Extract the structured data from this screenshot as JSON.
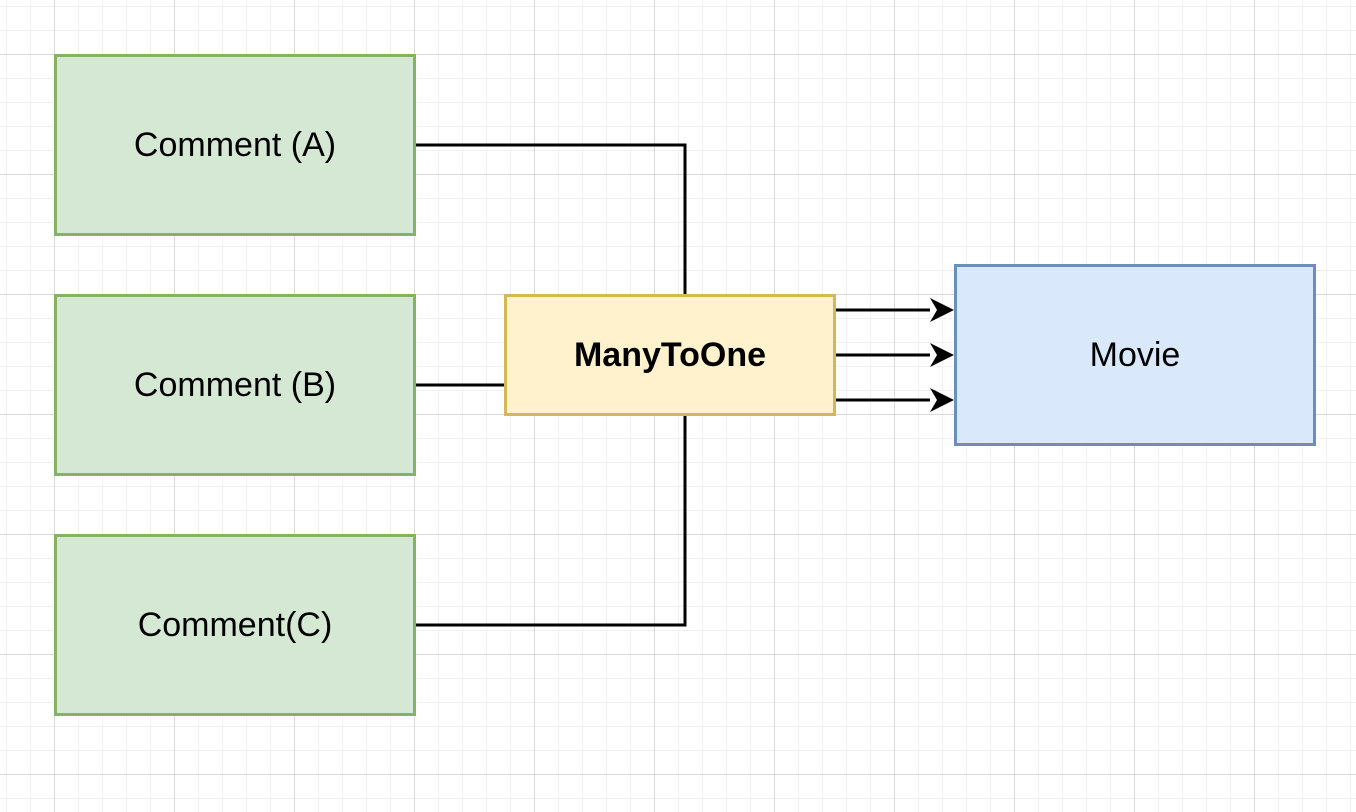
{
  "nodes": {
    "comment_a": {
      "label": "Comment (A)",
      "fill": "#d5e8d4",
      "stroke": "#82b366"
    },
    "comment_b": {
      "label": "Comment (B)",
      "fill": "#d5e8d4",
      "stroke": "#82b366"
    },
    "comment_c": {
      "label": "Comment(C)",
      "fill": "#d5e8d4",
      "stroke": "#82b366"
    },
    "many_to_one": {
      "label": "ManyToOne",
      "fill": "#fff2cc",
      "stroke": "#d6b656"
    },
    "movie": {
      "label": "Movie",
      "fill": "#dae8fc",
      "stroke": "#6c8ebf"
    }
  },
  "edges": [
    {
      "from": "Comment (A)",
      "to": "ManyToOne",
      "arrow": false
    },
    {
      "from": "Comment (B)",
      "to": "ManyToOne",
      "arrow": false
    },
    {
      "from": "Comment(C)",
      "to": "ManyToOne",
      "arrow": false
    },
    {
      "from": "ManyToOne",
      "to": "Movie",
      "arrow": true
    },
    {
      "from": "ManyToOne",
      "to": "Movie",
      "arrow": true
    },
    {
      "from": "ManyToOne",
      "to": "Movie",
      "arrow": true
    }
  ],
  "colors": {
    "line": "#000000"
  }
}
